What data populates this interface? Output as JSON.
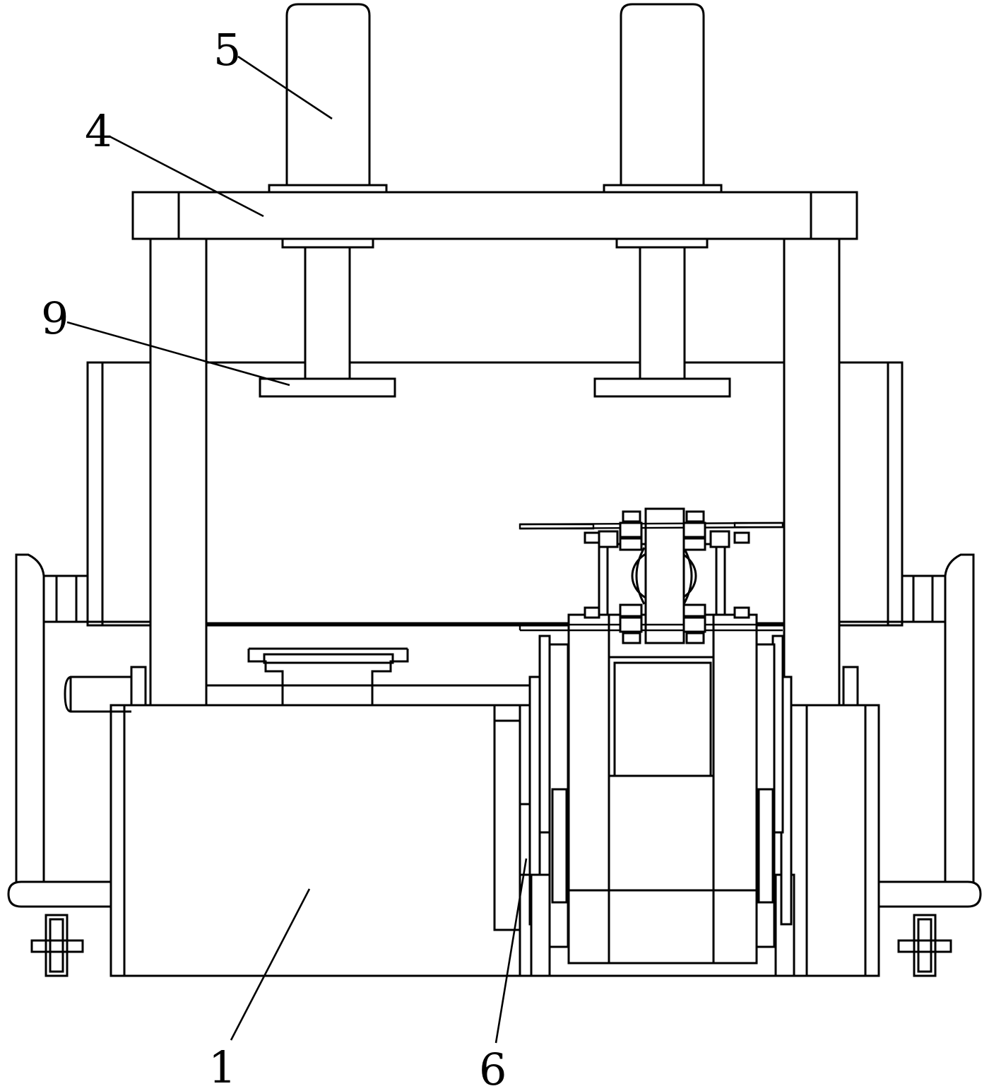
{
  "callouts": {
    "c1": "1",
    "c4": "4",
    "c5": "5",
    "c6": "6",
    "c9": "9"
  },
  "colors": {
    "line": "#000000",
    "background": "#ffffff"
  }
}
